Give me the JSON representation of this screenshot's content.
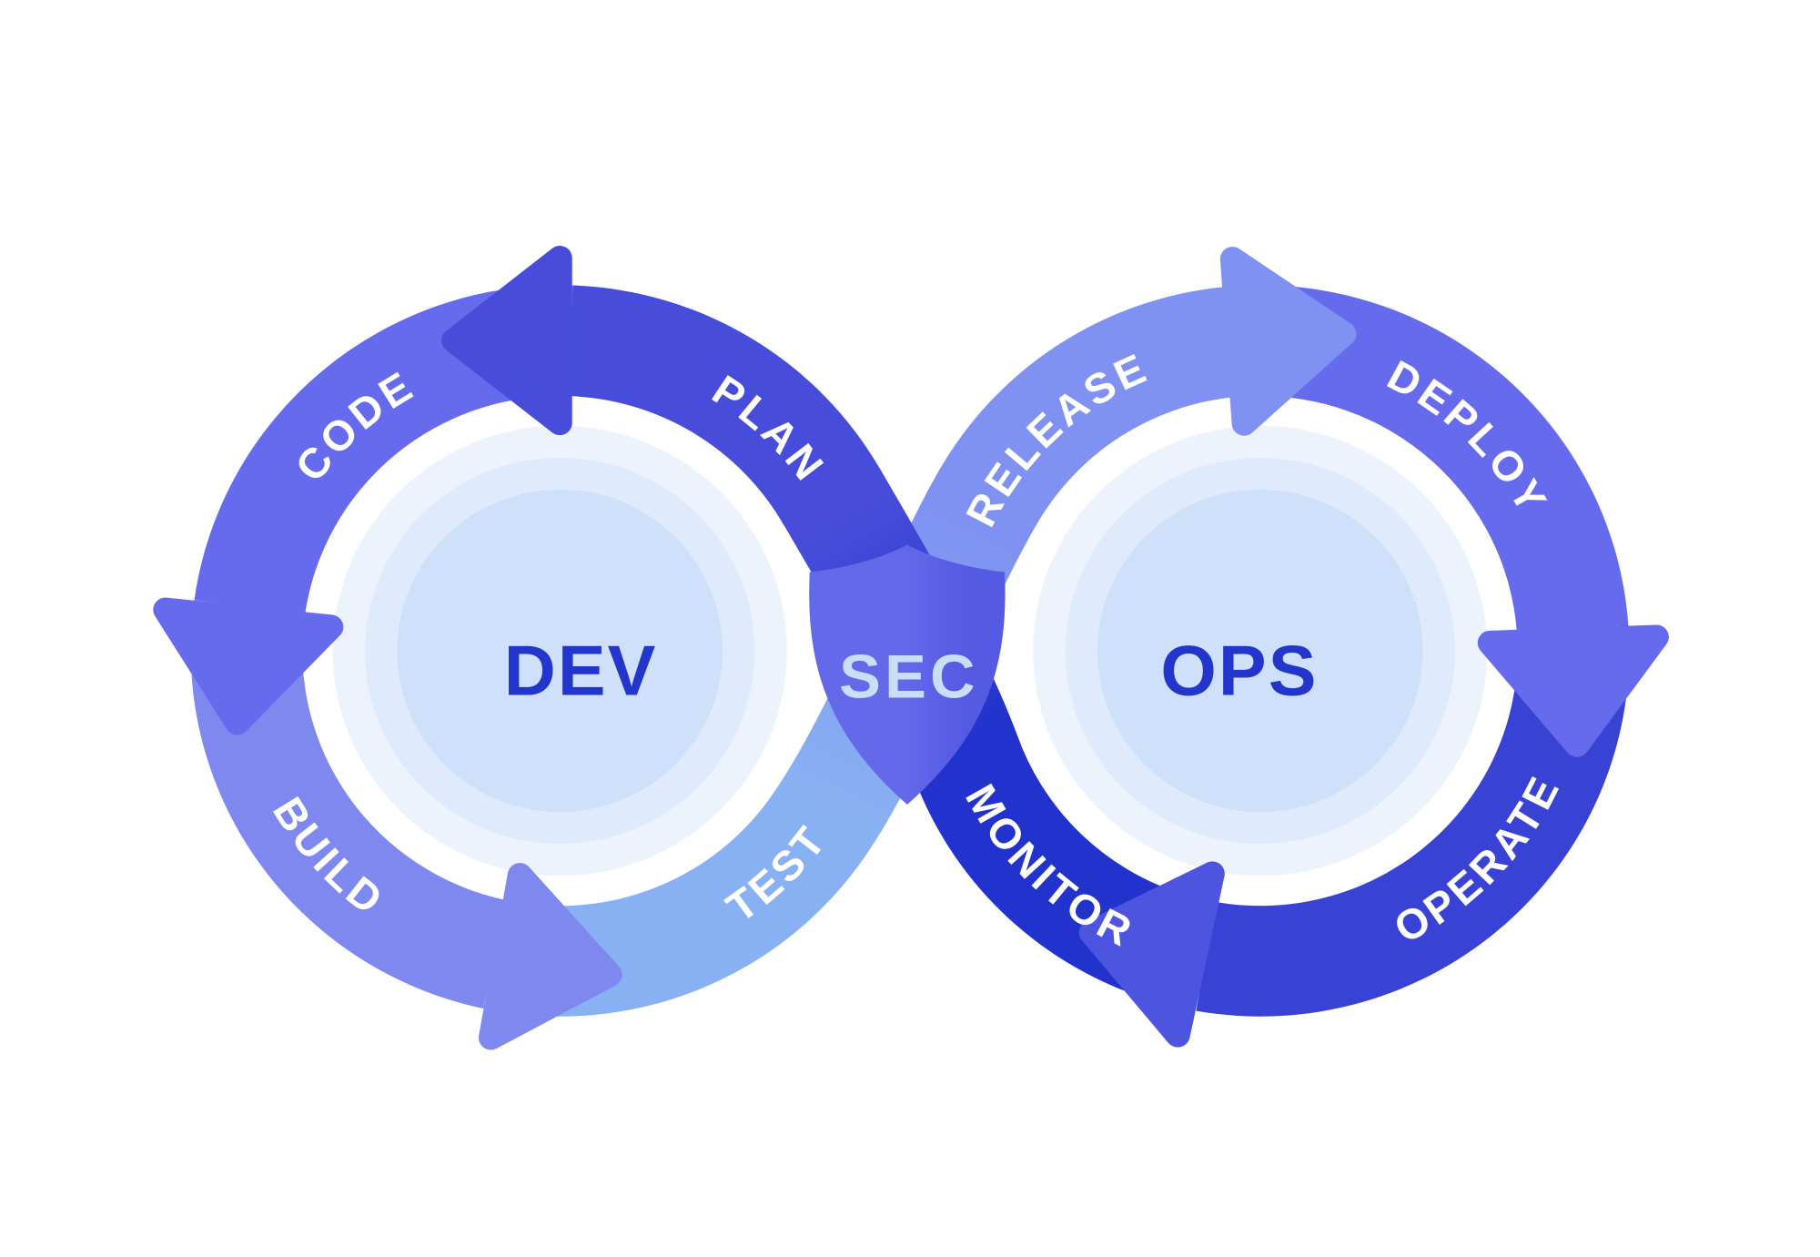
{
  "diagram": {
    "type": "devsecops-infinity-loop",
    "background": "#ffffff",
    "band_label_color": "#ffffff",
    "center_badge": {
      "label": "SEC",
      "shape": "shield",
      "color_left": "#6469ea",
      "color_right": "#545ae2",
      "label_color": "#c9def8"
    },
    "left_loop": {
      "label": "DEV",
      "label_color": "#2336cb",
      "direction": "counterclockwise",
      "ring_colors": {
        "gap": "#ffffff",
        "ring_outer": "#ecf3fd",
        "ring_mid": "#dfeafc",
        "core": "#cfe1fa"
      },
      "segments": [
        {
          "label": "PLAN",
          "color": "#474cda",
          "arrow_color": "#474cda"
        },
        {
          "label": "CODE",
          "color": "#666aec",
          "arrow_color": "#666aec"
        },
        {
          "label": "BUILD",
          "color": "#7e88ef",
          "arrow_color": "#7e88ef"
        },
        {
          "label": "TEST",
          "color": "#88b1f3"
        }
      ]
    },
    "right_loop": {
      "label": "OPS",
      "label_color": "#2336cb",
      "direction": "clockwise",
      "ring_colors": {
        "gap": "#ffffff",
        "ring_outer": "#ecf3fd",
        "ring_mid": "#dfeafc",
        "core": "#cfe1fa"
      },
      "segments": [
        {
          "label": "RELEASE",
          "color": "#7f91f1",
          "arrow_color": "#7f91f1"
        },
        {
          "label": "DEPLOY",
          "color": "#666aec",
          "arrow_color": "#666aec"
        },
        {
          "label": "OPERATE",
          "color": "#3843d6",
          "arrow_color": "#4d55e0"
        },
        {
          "label": "MONITOR",
          "color": "#2133cc"
        }
      ]
    }
  }
}
